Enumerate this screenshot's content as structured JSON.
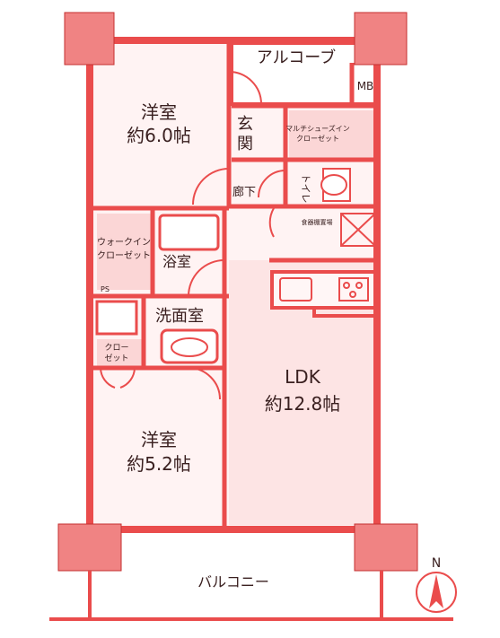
{
  "rooms": {
    "bedroom1": {
      "name": "洋室",
      "size": "約6.0帖"
    },
    "bedroom2": {
      "name": "洋室",
      "size": "約5.2帖"
    },
    "ldk": {
      "name": "LDK",
      "size": "約12.8帖"
    },
    "alcove": "アルコーブ",
    "mb": "MB",
    "entrance": [
      "玄",
      "関"
    ],
    "multi_closet": [
      "マルチシューズイン",
      "クローゼット"
    ],
    "toilet": "トイレ",
    "hallway": "廊下",
    "pantry": "食器棚置場",
    "walkin": [
      "ウォークイン",
      "クローゼット"
    ],
    "ps": "PS",
    "bath": "浴室",
    "washroom": "洗面室",
    "closet": [
      "クロー",
      "ゼット"
    ],
    "balcony": "バルコニー"
  },
  "compass": {
    "label": "N"
  },
  "colors": {
    "wall": "#ea4c4c",
    "wall_dark": "#c42f2f",
    "fill": "#ffe9e9",
    "column": "#f08383",
    "text": "#3a2020"
  }
}
